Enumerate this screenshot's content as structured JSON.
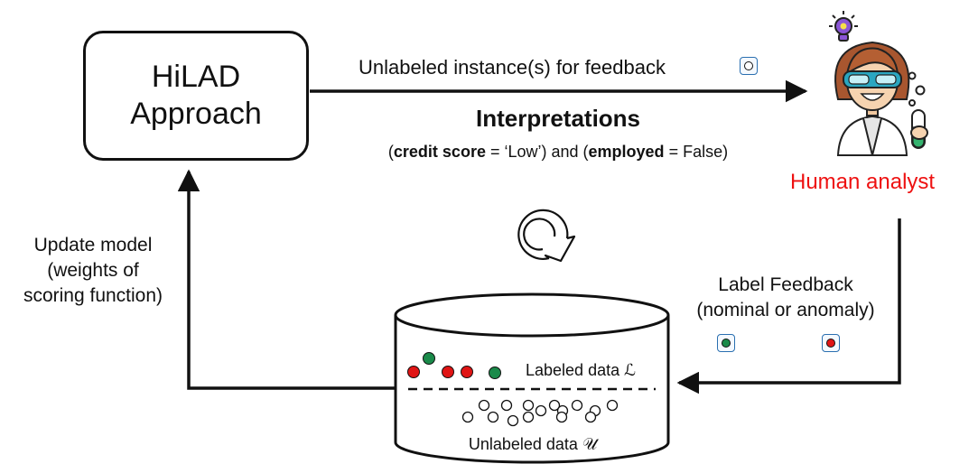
{
  "approach": {
    "line1": "HiLAD",
    "line2": "Approach"
  },
  "query": {
    "label": "Unlabeled instance(s) for feedback"
  },
  "interpretations": {
    "title": "Interpretations",
    "open1": "(",
    "attr1": "credit score",
    "eq1": " = ‘Low’) and (",
    "attr2": "employed",
    "eq2": " = False)"
  },
  "analyst": {
    "label": "Human analyst",
    "color": "#ee1111"
  },
  "update": {
    "line1": "Update model",
    "line2": "(weights of",
    "line3": "scoring function)"
  },
  "feedback": {
    "line1": "Label Feedback",
    "line2": "(nominal or anomaly)"
  },
  "database": {
    "labeled_label": "Labeled data ℒ",
    "unlabeled_label": "Unlabeled data 𝒰"
  },
  "colors": {
    "nominal": "#1a8a4a",
    "anomaly": "#e01515",
    "instance_box": "#2a6fb0"
  },
  "icons": [
    "cycle-arrow-icon",
    "scientist-icon",
    "lightbulb-icon",
    "test-tube-icon"
  ]
}
